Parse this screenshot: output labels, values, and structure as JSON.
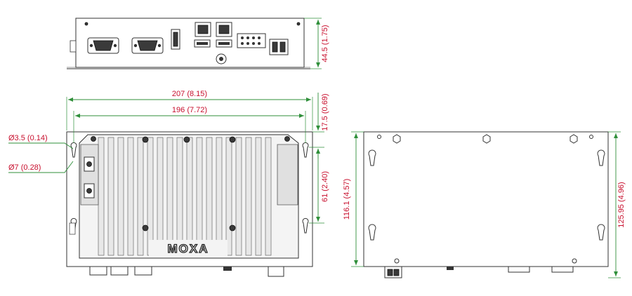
{
  "brand": {
    "logo_text": "MOXA"
  },
  "dimensions": {
    "front_height": "44.5 (1.75)",
    "overall_width": "207 (8.15)",
    "hole_pitch_width": "196 (7.72)",
    "top_offset": "17.5 (0.69)",
    "hole_pitch_height": "61 (2.40)",
    "small_hole": "Ø3.5 (0.14)",
    "large_hole": "Ø7 (0.28)",
    "body_height": "116.1 (4.57)",
    "overall_height": "125.95 (4.96)"
  },
  "colors": {
    "dimension_text": "#c8102e",
    "dimension_line": "#2f8f3a",
    "outline": "#333333"
  },
  "icons": [
    "db9-connector-icon",
    "hdmi-port-icon",
    "rj45-port-icon",
    "usb-port-icon",
    "terminal-block-icon",
    "power-jack-icon",
    "screw-icon",
    "keyhole-slot-icon"
  ]
}
